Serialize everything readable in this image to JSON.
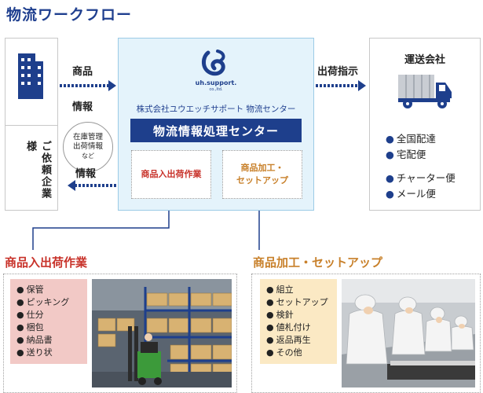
{
  "title": "物流ワークフロー",
  "left_client": {
    "label": "ご依頼企業様"
  },
  "arrows": {
    "to_center_top": "商品",
    "to_center_bottom": "情報",
    "oval_lines": [
      "在庫管理",
      "出荷情報",
      "など"
    ],
    "to_client": "情報",
    "to_shipping": "出荷指示"
  },
  "center": {
    "logo_text": "uh.support.",
    "logo_sub": "co.,ltd.",
    "company": "株式会社ユウエッチサポート 物流センター",
    "banner": "物流情報処理センター",
    "sub_left": "商品入出荷作業",
    "sub_right_lines": [
      "商品加工・",
      "セットアップ"
    ]
  },
  "shipping": {
    "title": "運送会社",
    "services_a": [
      "全国配達",
      "宅配便"
    ],
    "services_b": [
      "チャーター便",
      "メール便"
    ]
  },
  "section_left": {
    "title": "商品入出荷作業",
    "items": [
      "保管",
      "ピッキング",
      "仕分",
      "梱包",
      "納品書",
      "送り状"
    ]
  },
  "section_right": {
    "title": "商品加工・セットアップ",
    "items": [
      "組立",
      "セットアップ",
      "検針",
      "値札付け",
      "返品再生",
      "その他"
    ]
  },
  "colors": {
    "navy": "#1e3f8c",
    "red_title": "#c8322a",
    "orange_title": "#c8802a",
    "pink_bg": "#f2c9c6",
    "yellow_bg": "#fbe9c4",
    "center_bg": "#e4f3fb"
  }
}
